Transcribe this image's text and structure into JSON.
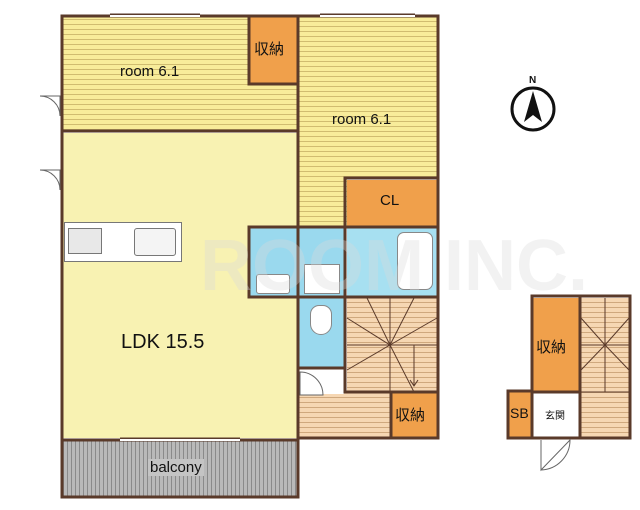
{
  "rooms": {
    "room_left": "room 6.1",
    "room_right": "room 6.1",
    "ldk": "LDK 15.5",
    "balcony": "balcony",
    "closet": "CL",
    "storage_top": "収納",
    "storage_bottom": "収納",
    "storage_annex": "収納",
    "shoe_box": "SB",
    "entrance": "玄関"
  },
  "compass": {
    "north_label": "N"
  },
  "watermark": "ROOM INC.",
  "colors": {
    "wall": "#5a3a2a",
    "room_floor": "#f8ec9a",
    "ldk_floor": "#f8f2b2",
    "storage": "#f0a04b",
    "wet_area": "#9ad9ee",
    "balcony": "#b9b9b9"
  }
}
